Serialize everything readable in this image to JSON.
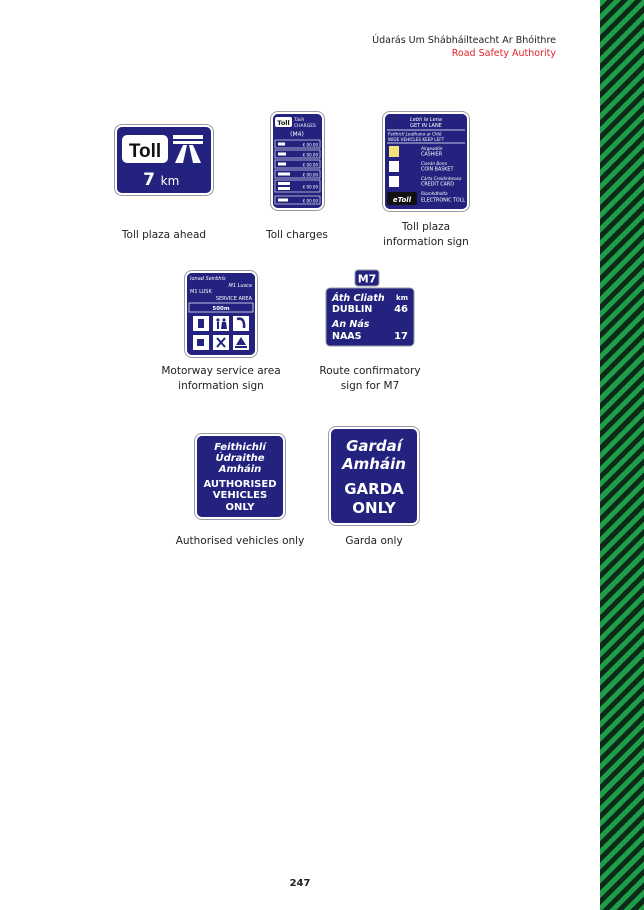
{
  "header": {
    "authority_irish": "Údarás Um Shábháilteacht Ar Bhóithre",
    "authority_english": "Road Safety Authority"
  },
  "colors": {
    "sign_blue": "#23237f",
    "stripe_green": "#1f9e4a",
    "stripe_dark": "#0d2a18",
    "brand_red": "#e1222b"
  },
  "signs": {
    "toll_ahead": {
      "badge": "Toll",
      "distance": "7",
      "unit": "km",
      "icon": "motorway-icon",
      "caption": "Toll plaza ahead"
    },
    "toll_charges": {
      "badge": "Toll",
      "title_irish": "Táillí",
      "title_english": "CHARGES",
      "route": "(M4)",
      "rows": [
        "€ 00.00",
        "€ 00.00",
        "€ 00.00",
        "€ 00.00",
        "€ 00.00",
        "€ 00.00"
      ],
      "caption": "Toll charges"
    },
    "toll_info": {
      "lane_irish": "Lebh le Lena",
      "lane_english": "GET IN LANE",
      "wide_irish": "Feithiclí Leathana ar Chlé",
      "wide_english": "WIDE VEHICLES KEEP LEFT",
      "rows": [
        {
          "irish": "Airgeadóir",
          "english": "CASHIER"
        },
        {
          "irish": "Ciseán Bonn",
          "english": "COIN BASKET"
        },
        {
          "irish": "Cárta Creidmheasa",
          "english": "CREDIT CARD"
        },
        {
          "irish": "Ríomhdholta",
          "english": "ELECTRONIC TOLL"
        }
      ],
      "etoll": "eToll",
      "caption_line1": "Toll plaza",
      "caption_line2": "information sign"
    },
    "service_area": {
      "irish": "Ionad Seirbhís",
      "route_irish": "M1 Lusca",
      "route_english": "M1 LUSK",
      "english": "SERVICE AREA",
      "distance": "500m",
      "caption_line1": "Motorway service area",
      "caption_line2": "information sign"
    },
    "route_m7": {
      "route": "M7",
      "unit": "km",
      "rows": [
        {
          "irish": "Áth Cliath",
          "english": "DUBLIN",
          "km": "46"
        },
        {
          "irish": "An Nás",
          "english": "NAAS",
          "km": "17"
        }
      ],
      "caption_line1": "Route confirmatory",
      "caption_line2": "sign for M7"
    },
    "authorised": {
      "irish": [
        "Feithichlí",
        "Údraithe",
        "Amháin"
      ],
      "english": [
        "AUTHORISED",
        "VEHICLES",
        "ONLY"
      ],
      "caption": "Authorised vehicles only"
    },
    "garda": {
      "irish": [
        "Gardaí",
        "Amháin"
      ],
      "english": [
        "GARDA",
        "ONLY"
      ],
      "caption": "Garda only"
    }
  },
  "page_number": "247"
}
